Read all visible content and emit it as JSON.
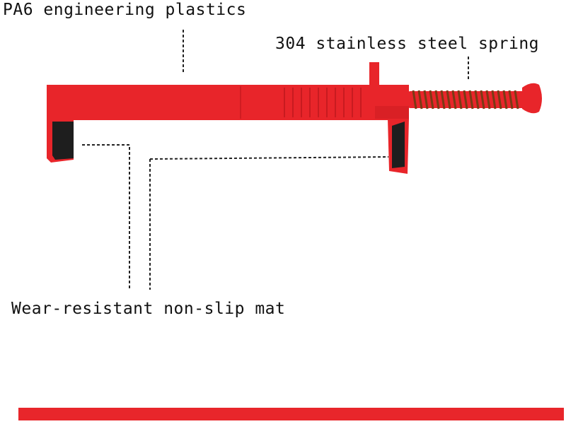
{
  "labels": {
    "material": "PA6 engineering plastics",
    "spring": "304 stainless steel spring",
    "mat": "Wear-resistant non-slip mat"
  },
  "colors": {
    "body_red": "#e8252a",
    "body_dark_red": "#c81b20",
    "pad_black": "#1e1e1e",
    "spring_brown": "#7a3a14",
    "bar_red": "#e8262b",
    "leader_line": "#222222"
  },
  "icons": {
    "tool": "clamp-tool-illustration",
    "spring": "coil-spring-icon",
    "pad": "rubber-pad-icon"
  }
}
